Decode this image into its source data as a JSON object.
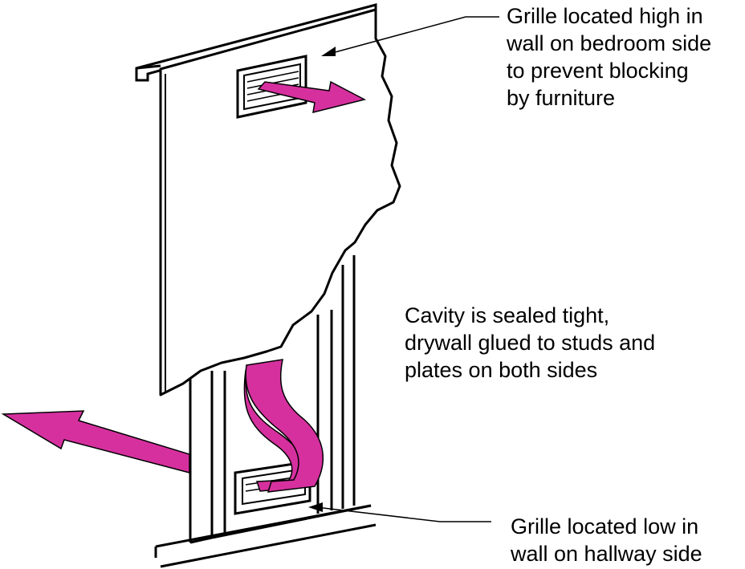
{
  "colors": {
    "airflow": "#d6309f",
    "line": "#000000",
    "background": "#ffffff"
  },
  "callouts": {
    "top": [
      "Grille located high in",
      "wall on bedroom side",
      "to prevent blocking",
      "by furniture"
    ],
    "middle": [
      "Cavity is sealed tight,",
      "drywall glued to studs and",
      "plates on both sides"
    ],
    "bottom": [
      "Grille located low in",
      "wall on hallway side"
    ]
  }
}
